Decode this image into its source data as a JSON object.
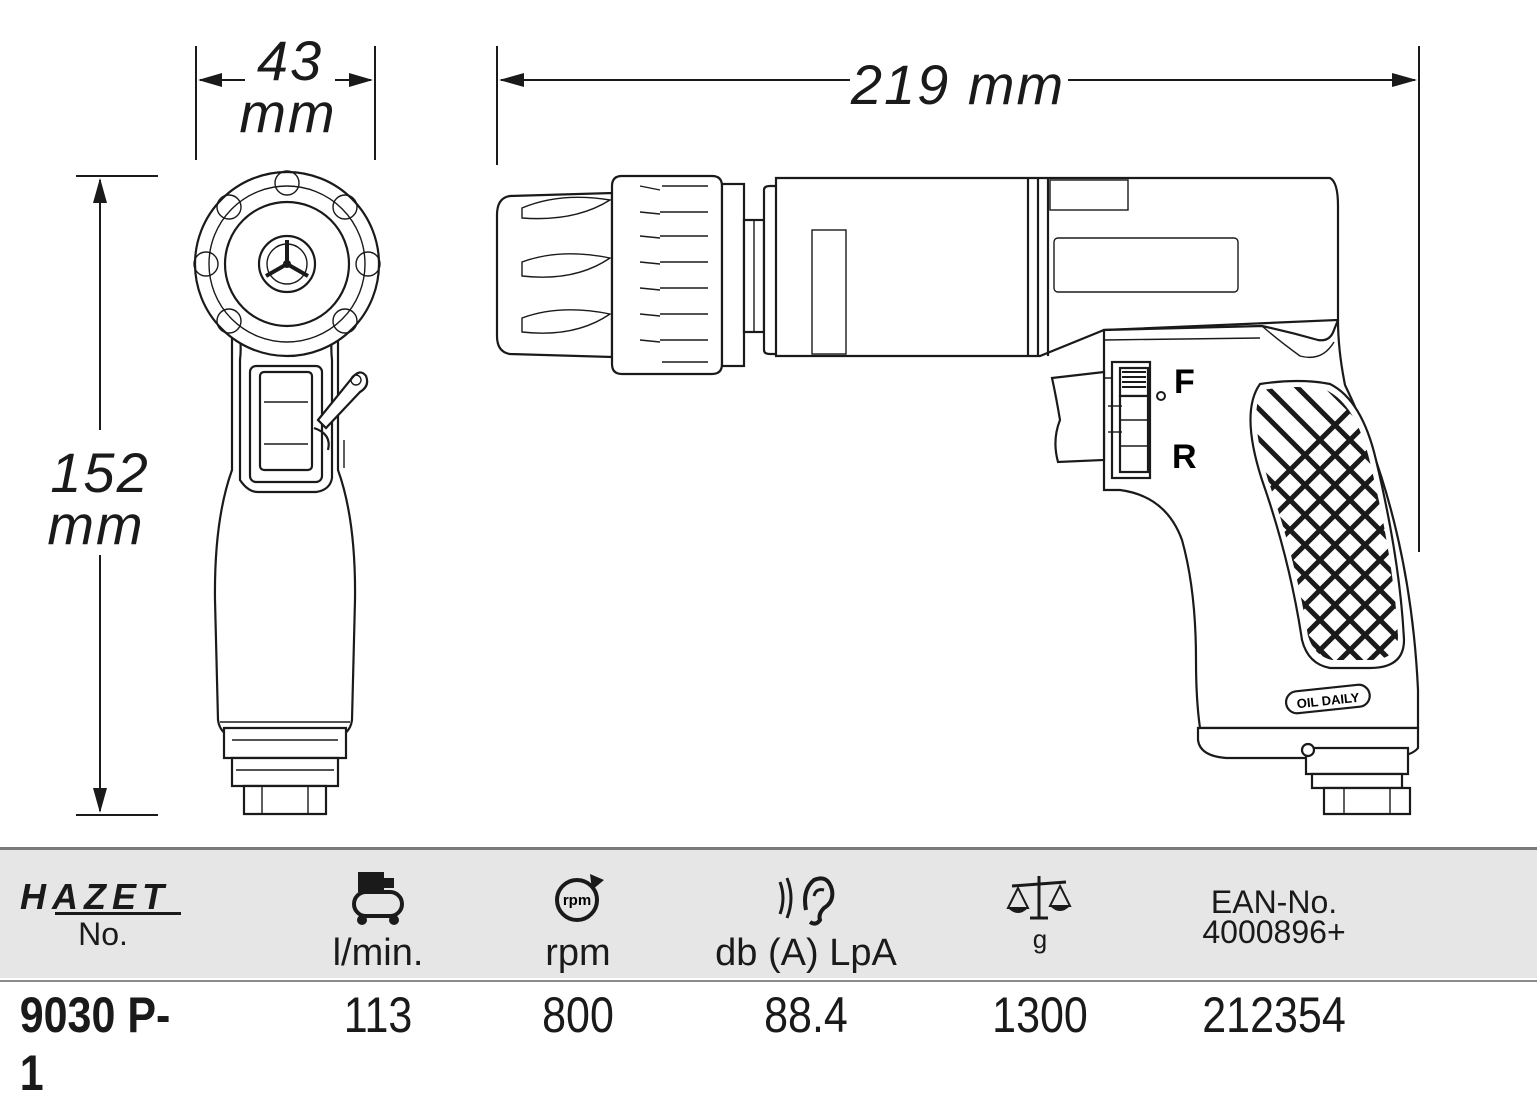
{
  "dimensions": {
    "width_value": "43",
    "width_unit": "mm",
    "height_value": "152",
    "height_unit": "mm",
    "length_label": "219 mm"
  },
  "tool_labels": {
    "forward": "F",
    "reverse": "R",
    "oil_label": "OIL DAILY"
  },
  "spec_table": {
    "brand": "HAZET",
    "headers": {
      "no": "No.",
      "air": "l/min.",
      "speed": "rpm",
      "speed_icon_text": "rpm",
      "noise": "db (A) LpA",
      "weight": "g",
      "ean_title": "EAN-No.",
      "ean_prefix": "4000896+"
    },
    "icons": {
      "air": "compressor-icon",
      "speed": "rotation-icon",
      "noise": "ear-icon",
      "weight": "scale-icon"
    },
    "row": {
      "no": "9030 P-1",
      "air": "113",
      "speed": "800",
      "noise": "88.4",
      "weight": "1300",
      "ean": "212354"
    }
  }
}
